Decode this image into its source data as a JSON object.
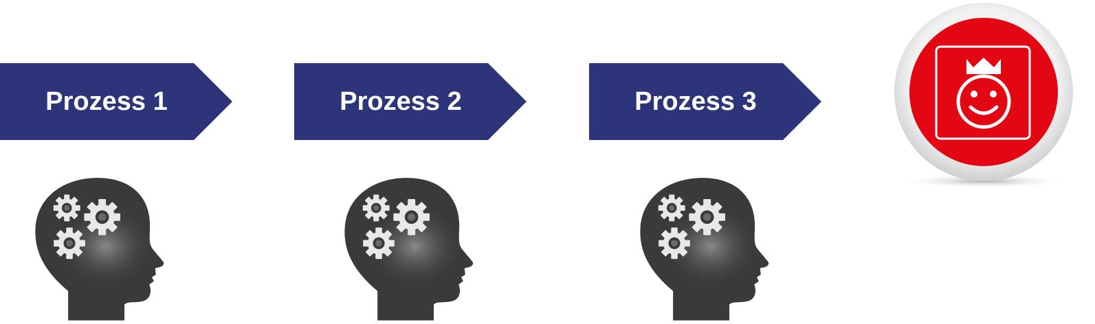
{
  "steps": [
    {
      "label": "Prozess 1"
    },
    {
      "label": "Prozess 2"
    },
    {
      "label": "Prozess 3"
    }
  ],
  "icons": {
    "head": "head-with-gears-icon",
    "goal": "crowned-smiley-icon"
  },
  "colors": {
    "chevron": "#2d3479",
    "head": "#3a3a3a",
    "gear": "#e8e8e8",
    "badge_red": "#e30613",
    "badge_ring": "#e3e3e3"
  }
}
